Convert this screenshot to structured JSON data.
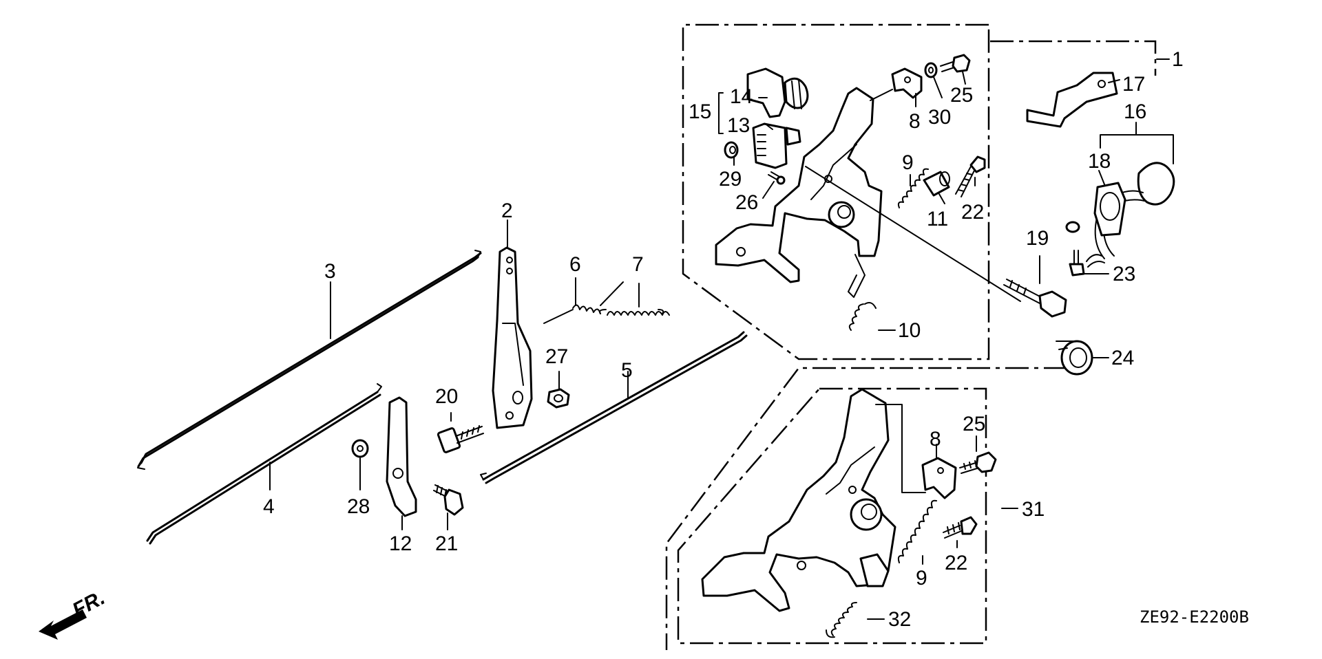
{
  "diagram": {
    "code": "ZE92-E2200B",
    "front_marker": "FR.",
    "callouts": {
      "p1": "1",
      "p2": "2",
      "p3": "3",
      "p4": "4",
      "p5": "5",
      "p6": "6",
      "p7": "7",
      "p8a": "8",
      "p8b": "8",
      "p9a": "9",
      "p9b": "9",
      "p10": "10",
      "p11": "11",
      "p12": "12",
      "p13": "13",
      "p14": "14",
      "p15": "15",
      "p16": "16",
      "p17": "17",
      "p18": "18",
      "p19": "19",
      "p20": "20",
      "p21": "21",
      "p22a": "22",
      "p22b": "22",
      "p23": "23",
      "p24": "24",
      "p25a": "25",
      "p25b": "25",
      "p26": "26",
      "p27": "27",
      "p28": "28",
      "p29": "29",
      "p30": "30",
      "p31": "31",
      "p32": "32"
    }
  }
}
